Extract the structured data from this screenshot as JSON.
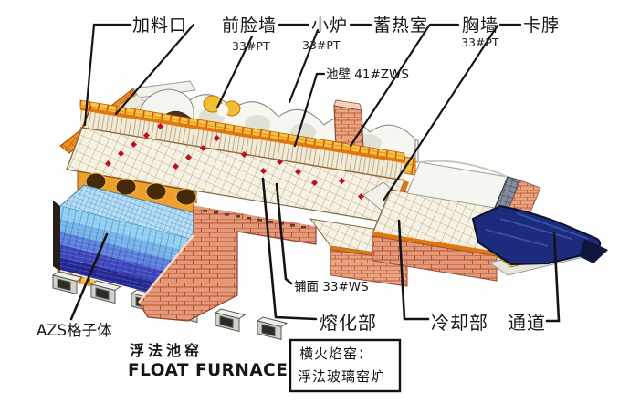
{
  "diagram": {
    "top_labels": [
      {
        "id": "feed-port",
        "text": "加料口"
      },
      {
        "id": "front-face-wall",
        "text": "前脸墙",
        "note": "33#PT"
      },
      {
        "id": "port-furnace",
        "text": "小炉",
        "note": "33#PT"
      },
      {
        "id": "regenerator",
        "text": "蓄热室"
      },
      {
        "id": "breast-wall",
        "text": "胸墙",
        "note": "33#PT"
      },
      {
        "id": "neck",
        "text": "卡脖"
      }
    ],
    "part_labels": {
      "tank_wall": "池壁 41#ZWS",
      "paving": "铺面 33#WS",
      "azs_checker": "AZS格子体",
      "melting": "熔化部",
      "cooling": "冷却部",
      "channel": "通道"
    },
    "caption": {
      "cn": "浮法池窑",
      "en": "FLOAT FURNACE"
    },
    "note_box": {
      "line1": "横火焰窑：",
      "line2": "浮法玻璃窑炉"
    },
    "colors": {
      "brick": "#e8a383",
      "brick_line": "#c05f3a",
      "tile_face": "#f6f1e1",
      "orange_rim": "#e2770f",
      "yellow_brick": "#f3c645",
      "checker_light": "#8fd0f2",
      "checker_dark": "#262a96",
      "channel_navy": "#1c2c7c",
      "marker_red": "#c01020"
    }
  }
}
